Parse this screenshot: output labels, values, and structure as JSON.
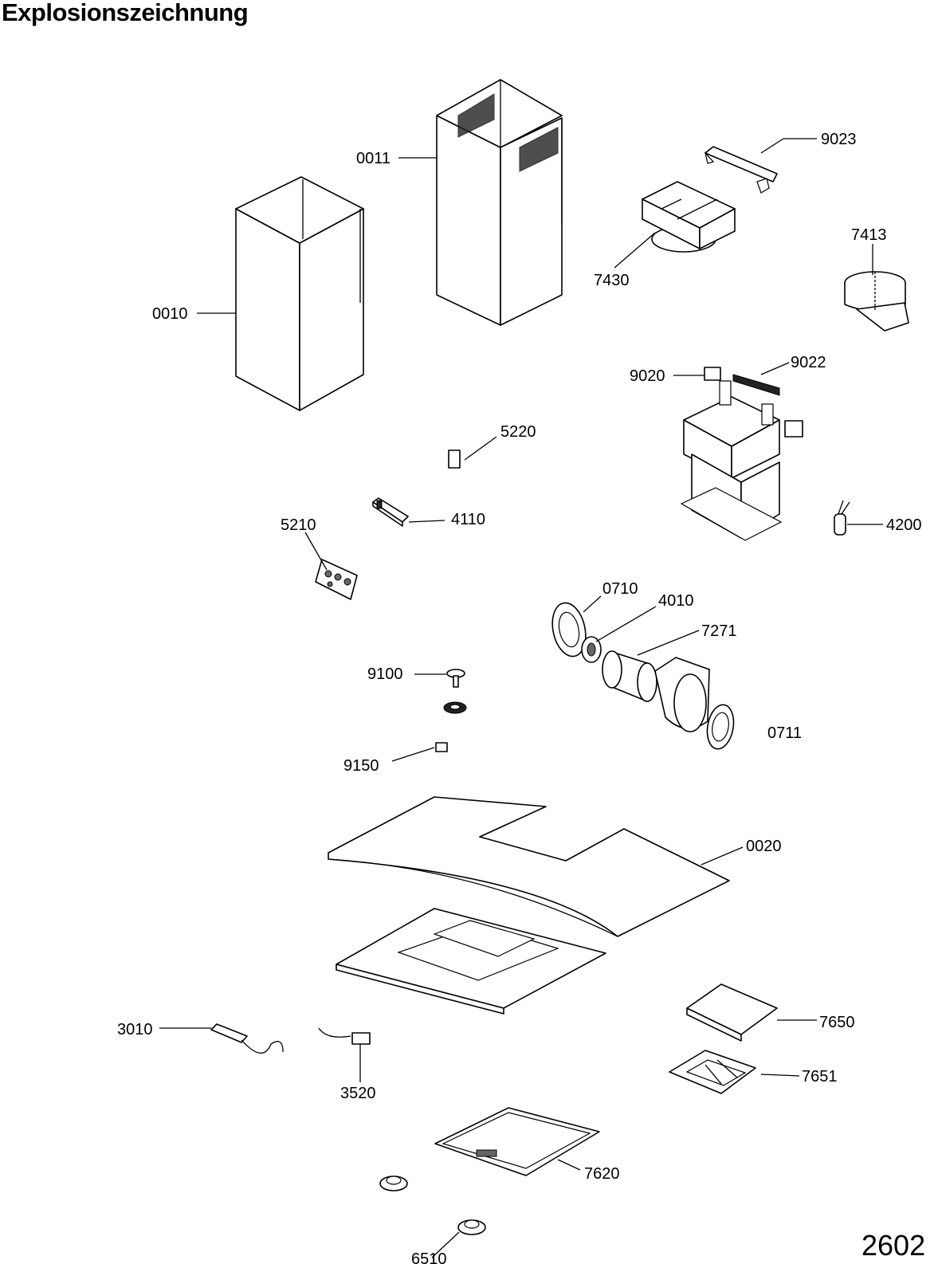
{
  "title": "Explosionszeichnung",
  "page_number": "2602",
  "parts": [
    {
      "id": "p0011",
      "label": "0011"
    },
    {
      "id": "p9023",
      "label": "9023"
    },
    {
      "id": "p7413",
      "label": "7413"
    },
    {
      "id": "p7430",
      "label": "7430"
    },
    {
      "id": "p0010",
      "label": "0010"
    },
    {
      "id": "p9020",
      "label": "9020"
    },
    {
      "id": "p9022",
      "label": "9022"
    },
    {
      "id": "p5220",
      "label": "5220"
    },
    {
      "id": "p4110",
      "label": "4110"
    },
    {
      "id": "p4200",
      "label": "4200"
    },
    {
      "id": "p5210",
      "label": "5210"
    },
    {
      "id": "p0710",
      "label": "0710"
    },
    {
      "id": "p4010",
      "label": "4010"
    },
    {
      "id": "p7271",
      "label": "7271"
    },
    {
      "id": "p9100",
      "label": "9100"
    },
    {
      "id": "p0711",
      "label": "0711"
    },
    {
      "id": "p9150",
      "label": "9150"
    },
    {
      "id": "p0020",
      "label": "0020"
    },
    {
      "id": "p7650",
      "label": "7650"
    },
    {
      "id": "p3010",
      "label": "3010"
    },
    {
      "id": "p7651",
      "label": "7651"
    },
    {
      "id": "p3520",
      "label": "3520"
    },
    {
      "id": "p7620",
      "label": "7620"
    },
    {
      "id": "p6510",
      "label": "6510"
    }
  ]
}
